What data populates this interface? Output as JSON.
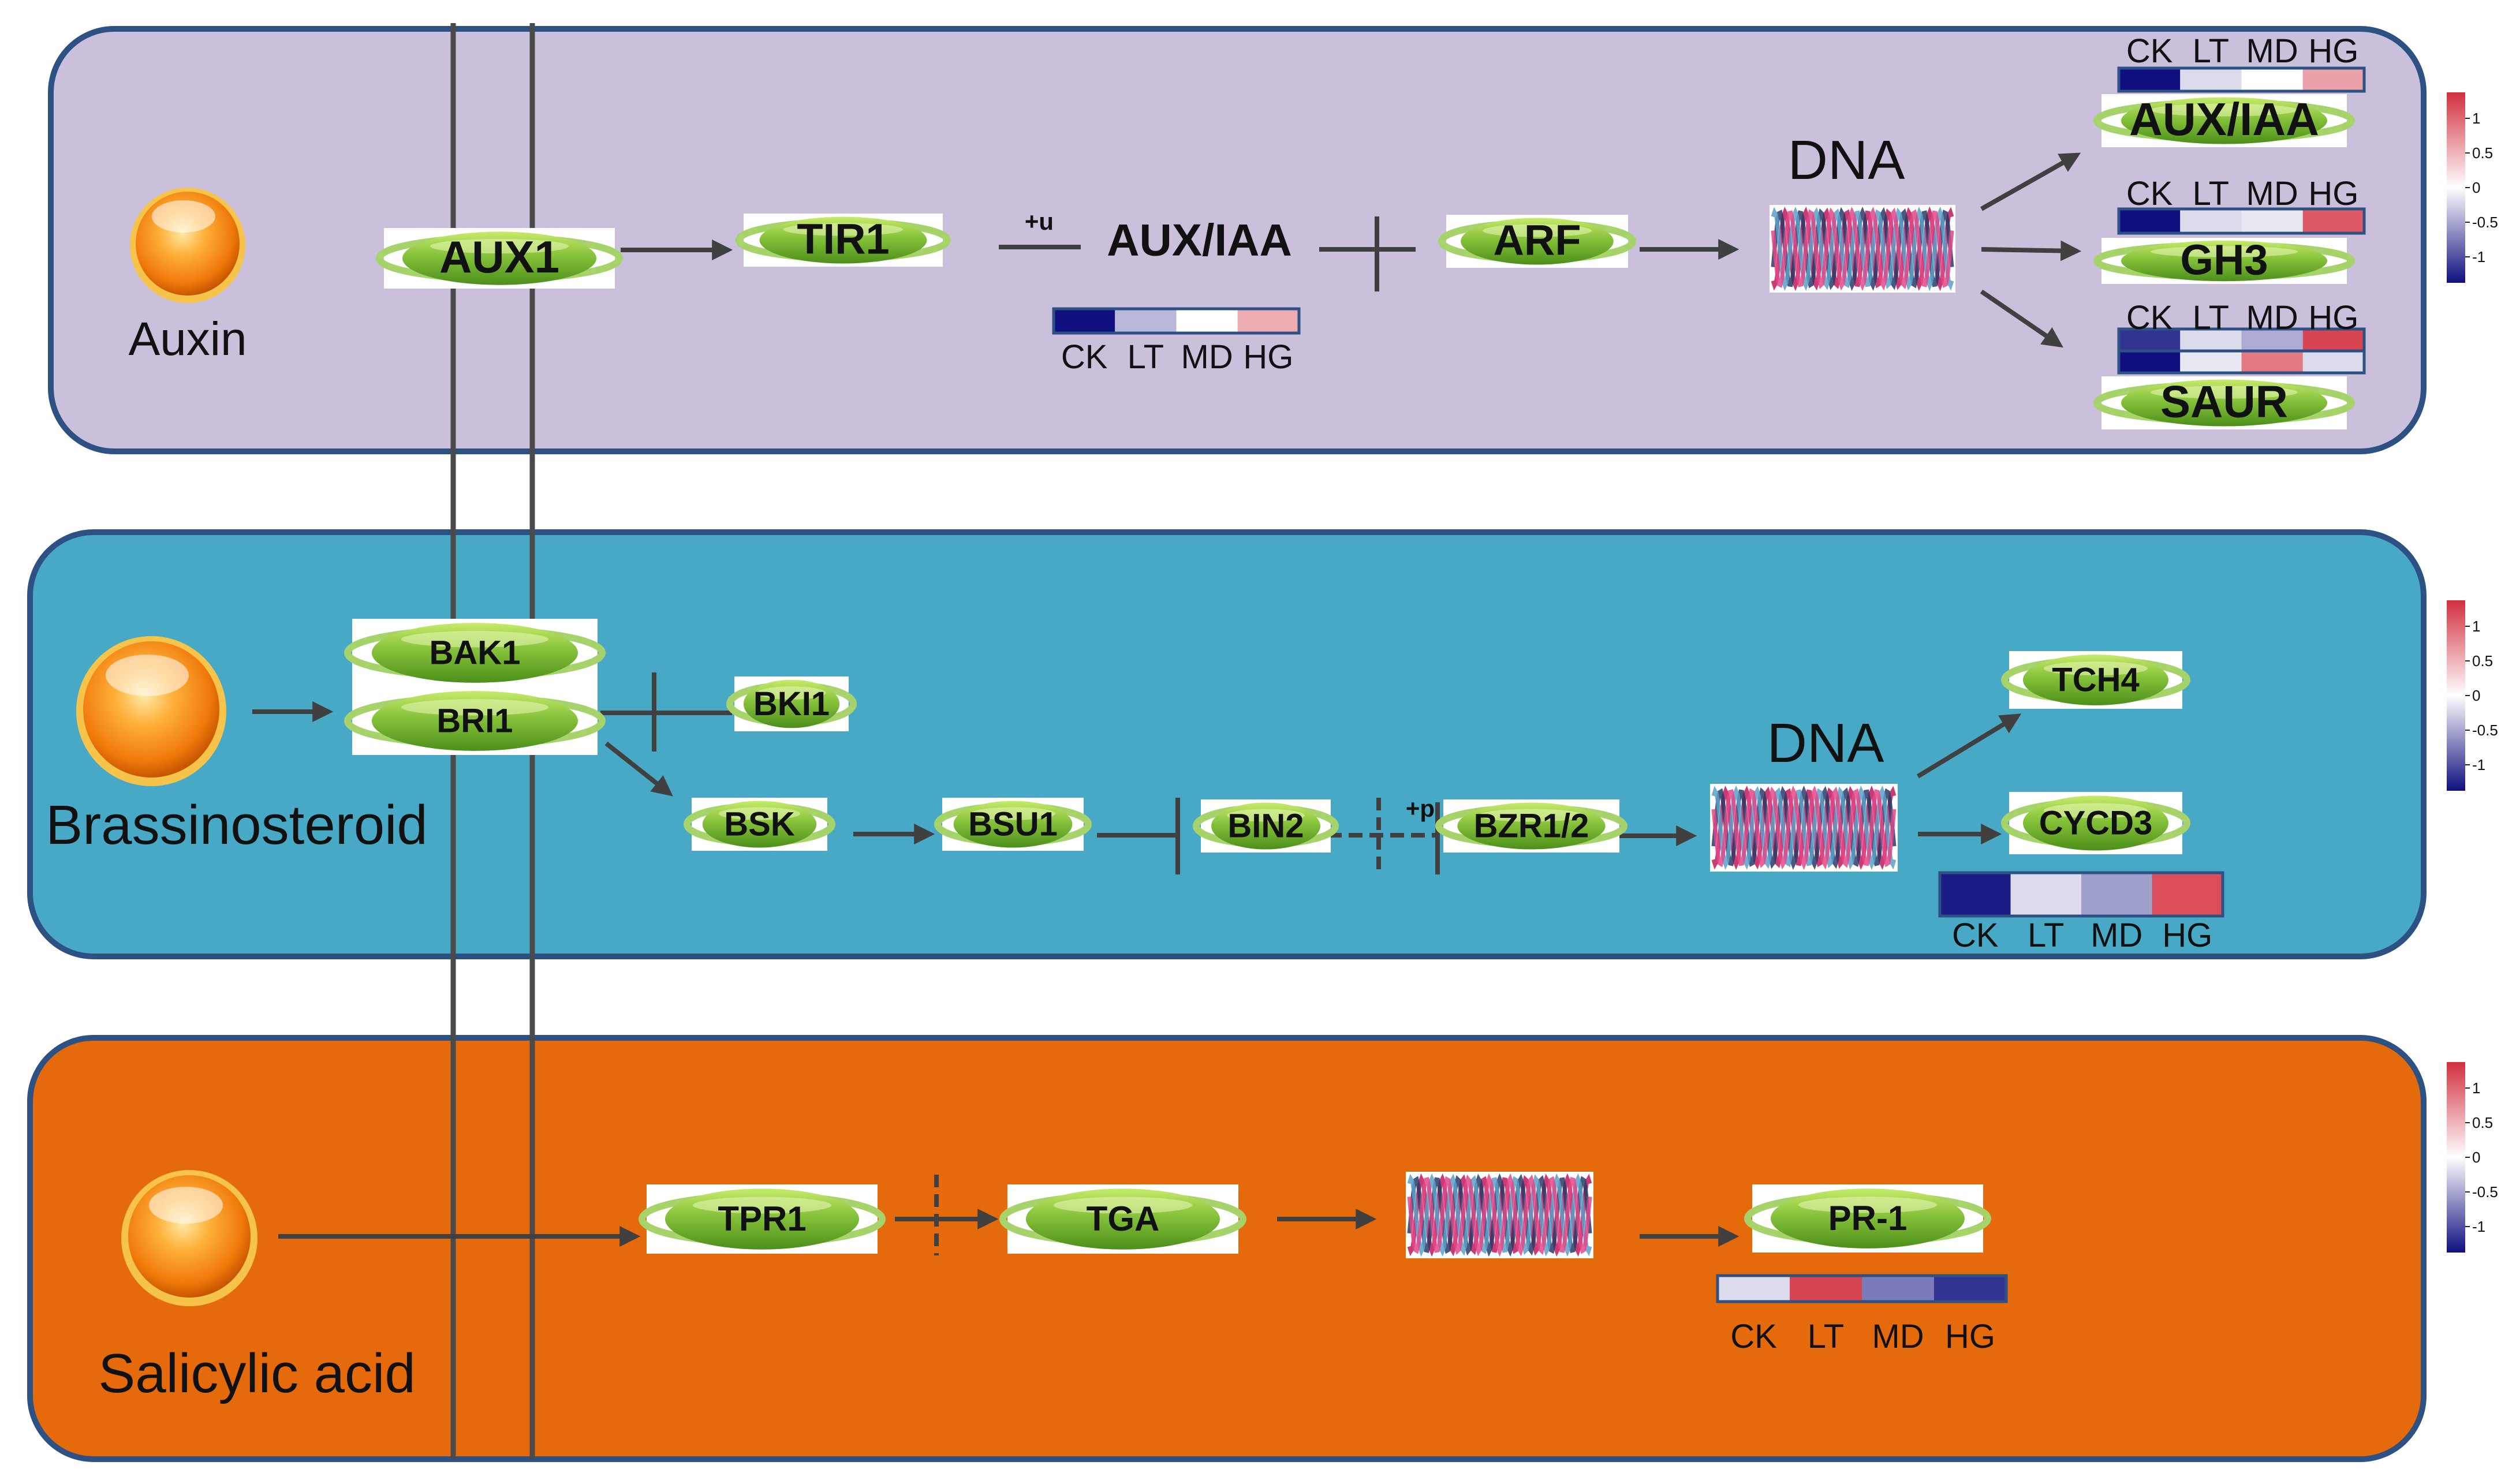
{
  "panels": {
    "auxin": {
      "label": "Auxin",
      "genes": {
        "aux1": "AUX1",
        "tir1": "TIR1",
        "auxiaa": "AUX/IAA",
        "arf": "ARF",
        "out_auxiaa": "AUX/IAA",
        "gh3": "GH3",
        "saur": "SAUR"
      },
      "dna": "DNA",
      "mod": "+u"
    },
    "brassinosteroid": {
      "label": "Brassinosteroid",
      "genes": {
        "bak1": "BAK1",
        "bri1": "BRI1",
        "bki1": "BKI1",
        "bsk": "BSK",
        "bsu1": "BSU1",
        "bin2": "BIN2",
        "bzr": "BZR1/2",
        "tch4": "TCH4",
        "cycd3": "CYCD3"
      },
      "dna": "DNA",
      "mod": "+p"
    },
    "salicylic": {
      "label": "Salicylic acid",
      "genes": {
        "tpr1": "TPR1",
        "tga": "TGA",
        "pr1": "PR-1"
      }
    }
  },
  "heatmap_labels": [
    "CK",
    "LT",
    "MD",
    "HG"
  ],
  "heatmaps": {
    "aux_iaa_mid": [
      -1,
      -0.3,
      0,
      0.4
    ],
    "auxiaa_out": [
      -1,
      -0.15,
      0,
      0.45
    ],
    "gh3": [
      -1,
      -0.15,
      -0.1,
      0.8
    ],
    "saur_1": [
      -0.85,
      -0.15,
      -0.35,
      0.9
    ],
    "saur_2": [
      -1,
      -0.1,
      0.65,
      -0.15
    ],
    "cycd3": [
      -0.95,
      -0.15,
      -0.4,
      0.85
    ],
    "pr1": [
      -0.15,
      0.9,
      -0.55,
      -0.85
    ]
  },
  "color_scale": {
    "ticks": [
      "1",
      "0.5",
      "0",
      "-0.5",
      "-1"
    ],
    "high": "#d32f3f",
    "mid": "#ffffff",
    "low": "#0f0f80"
  },
  "colors": {
    "auxin_bg": "#cbc0dc",
    "br_bg": "#47a9c6",
    "sa_bg": "#e46a0c",
    "panel_border": "#2e5184",
    "gene_green": "#8cc63f",
    "arrow": "#404040"
  }
}
